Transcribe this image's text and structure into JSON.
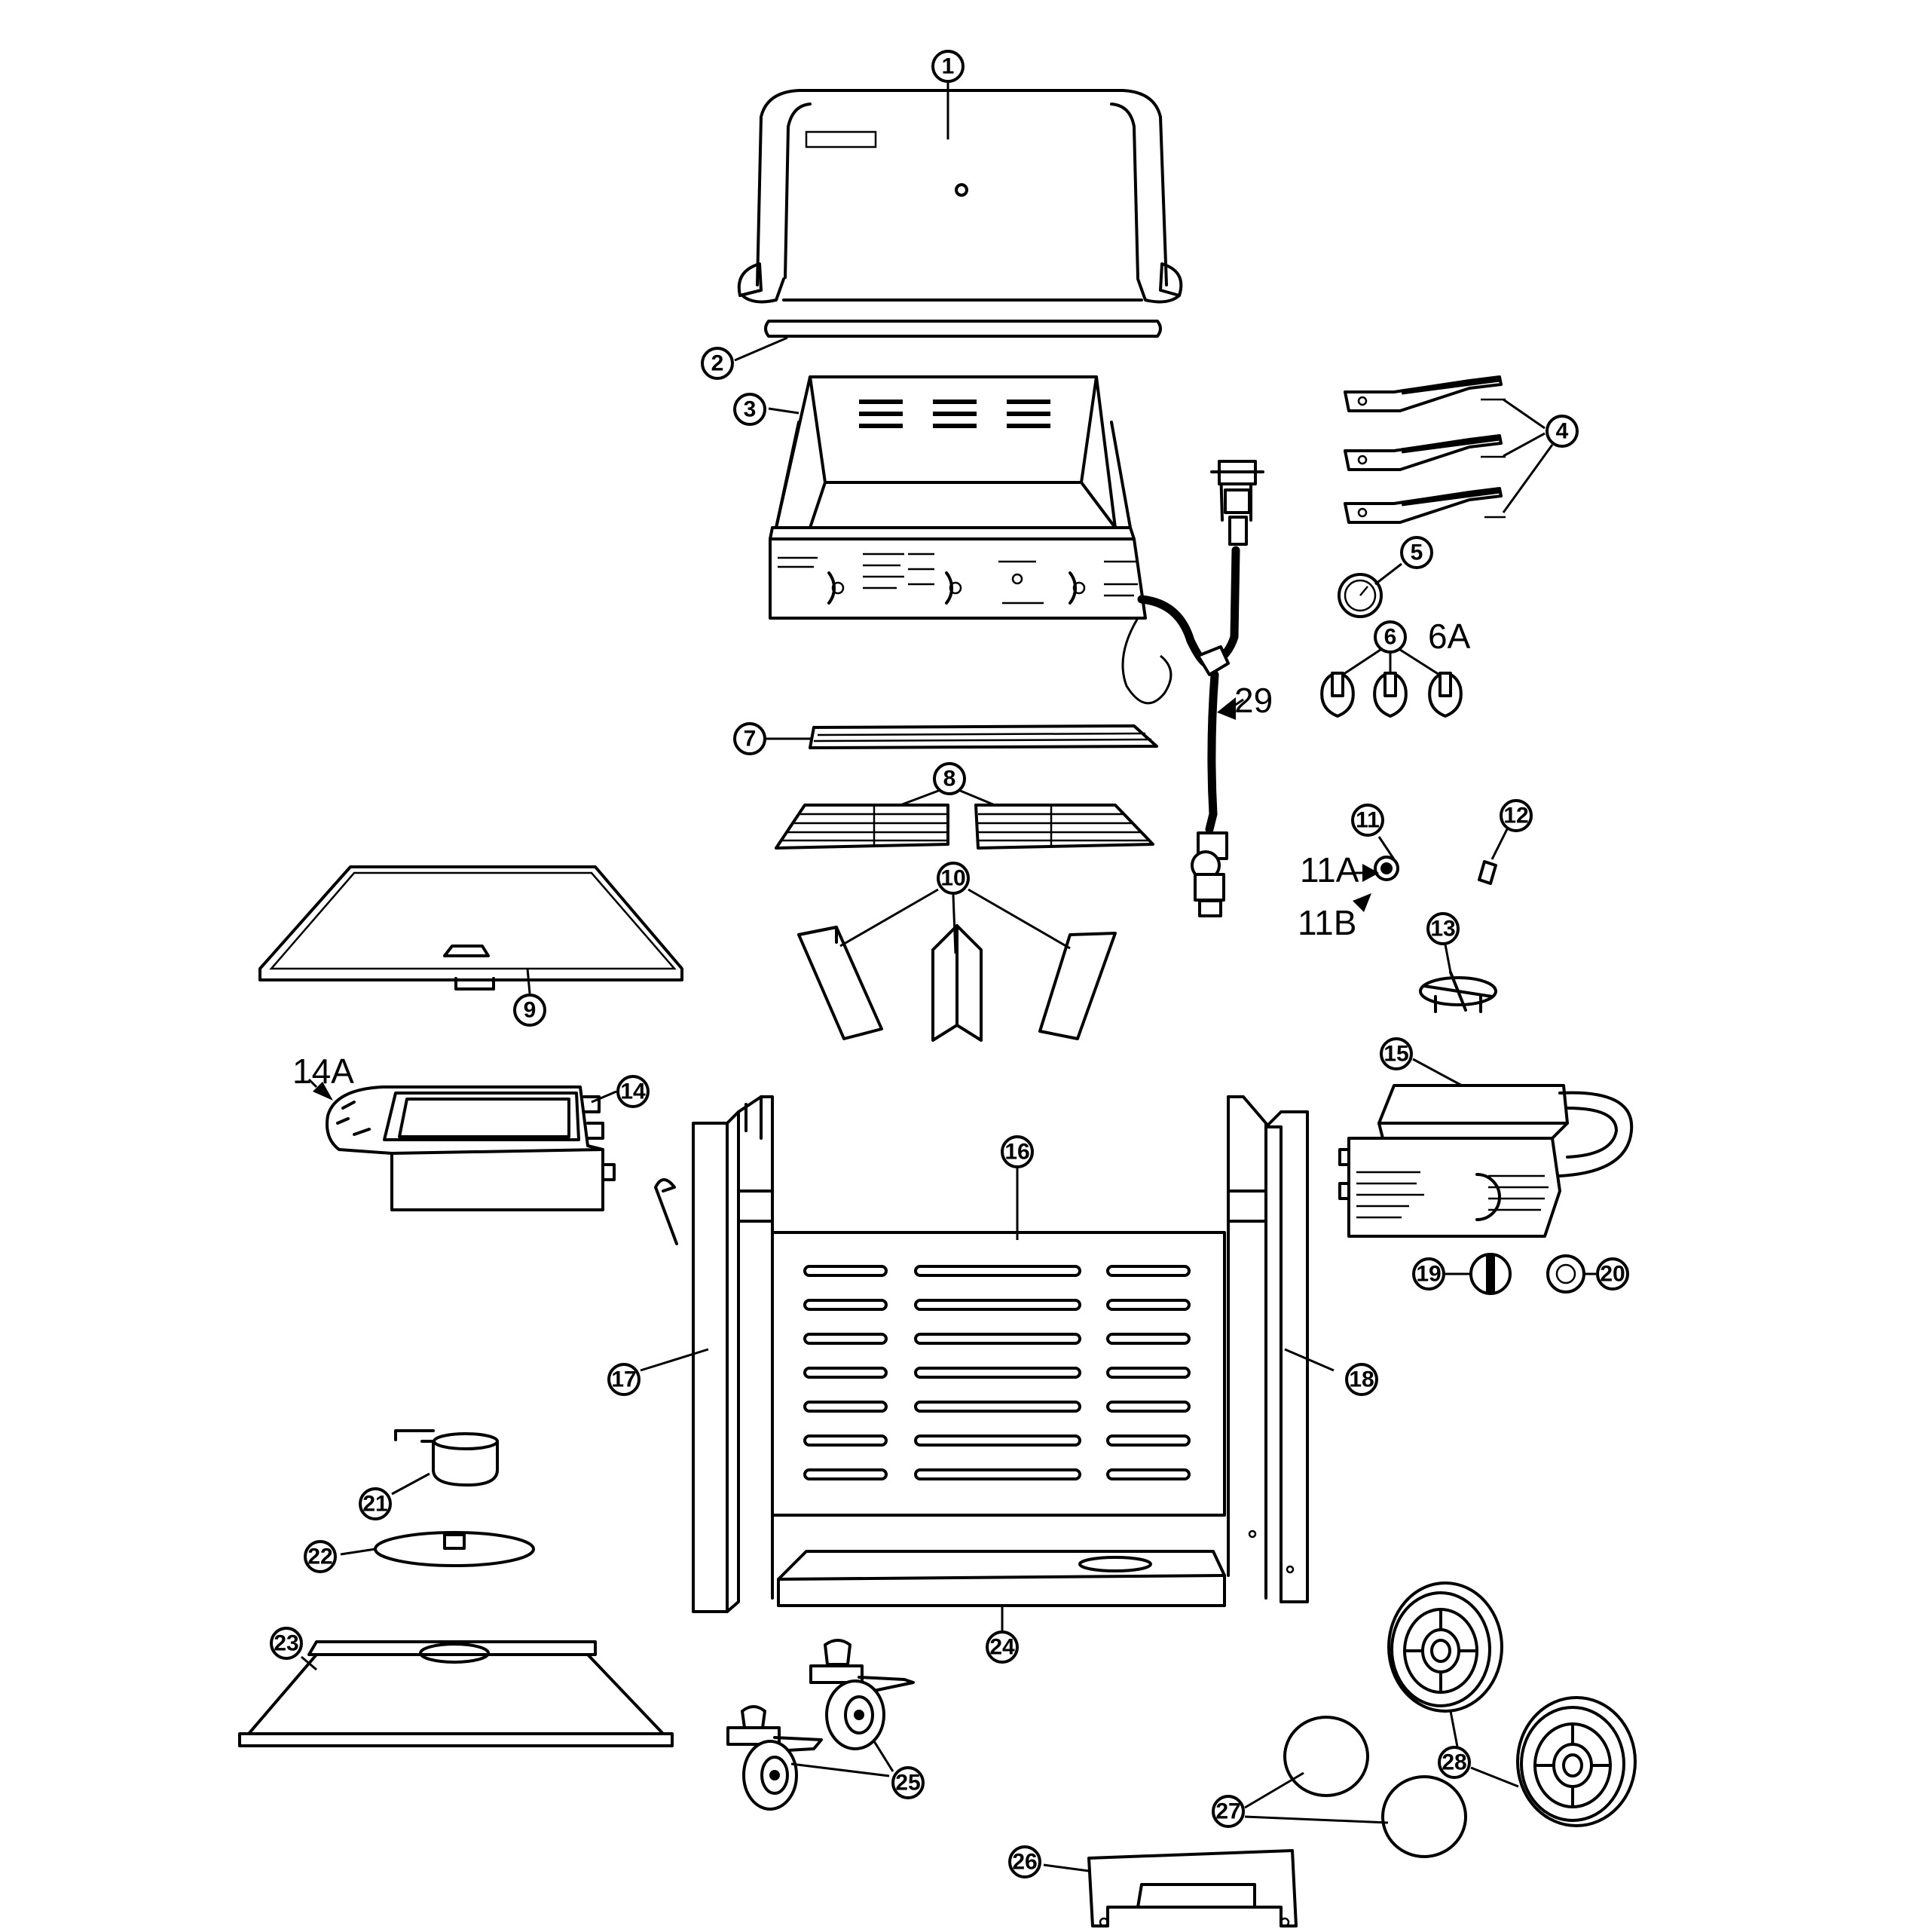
{
  "callouts": [
    "1",
    "2",
    "3",
    "4",
    "5",
    "6",
    "7",
    "8",
    "9",
    "10",
    "11",
    "12",
    "13",
    "14",
    "15",
    "16",
    "17",
    "18",
    "19",
    "20",
    "21",
    "22",
    "23",
    "24",
    "25",
    "26",
    "27",
    "28"
  ],
  "plain_labels": [
    "6A",
    "29",
    "11A",
    "11B",
    "14A"
  ]
}
